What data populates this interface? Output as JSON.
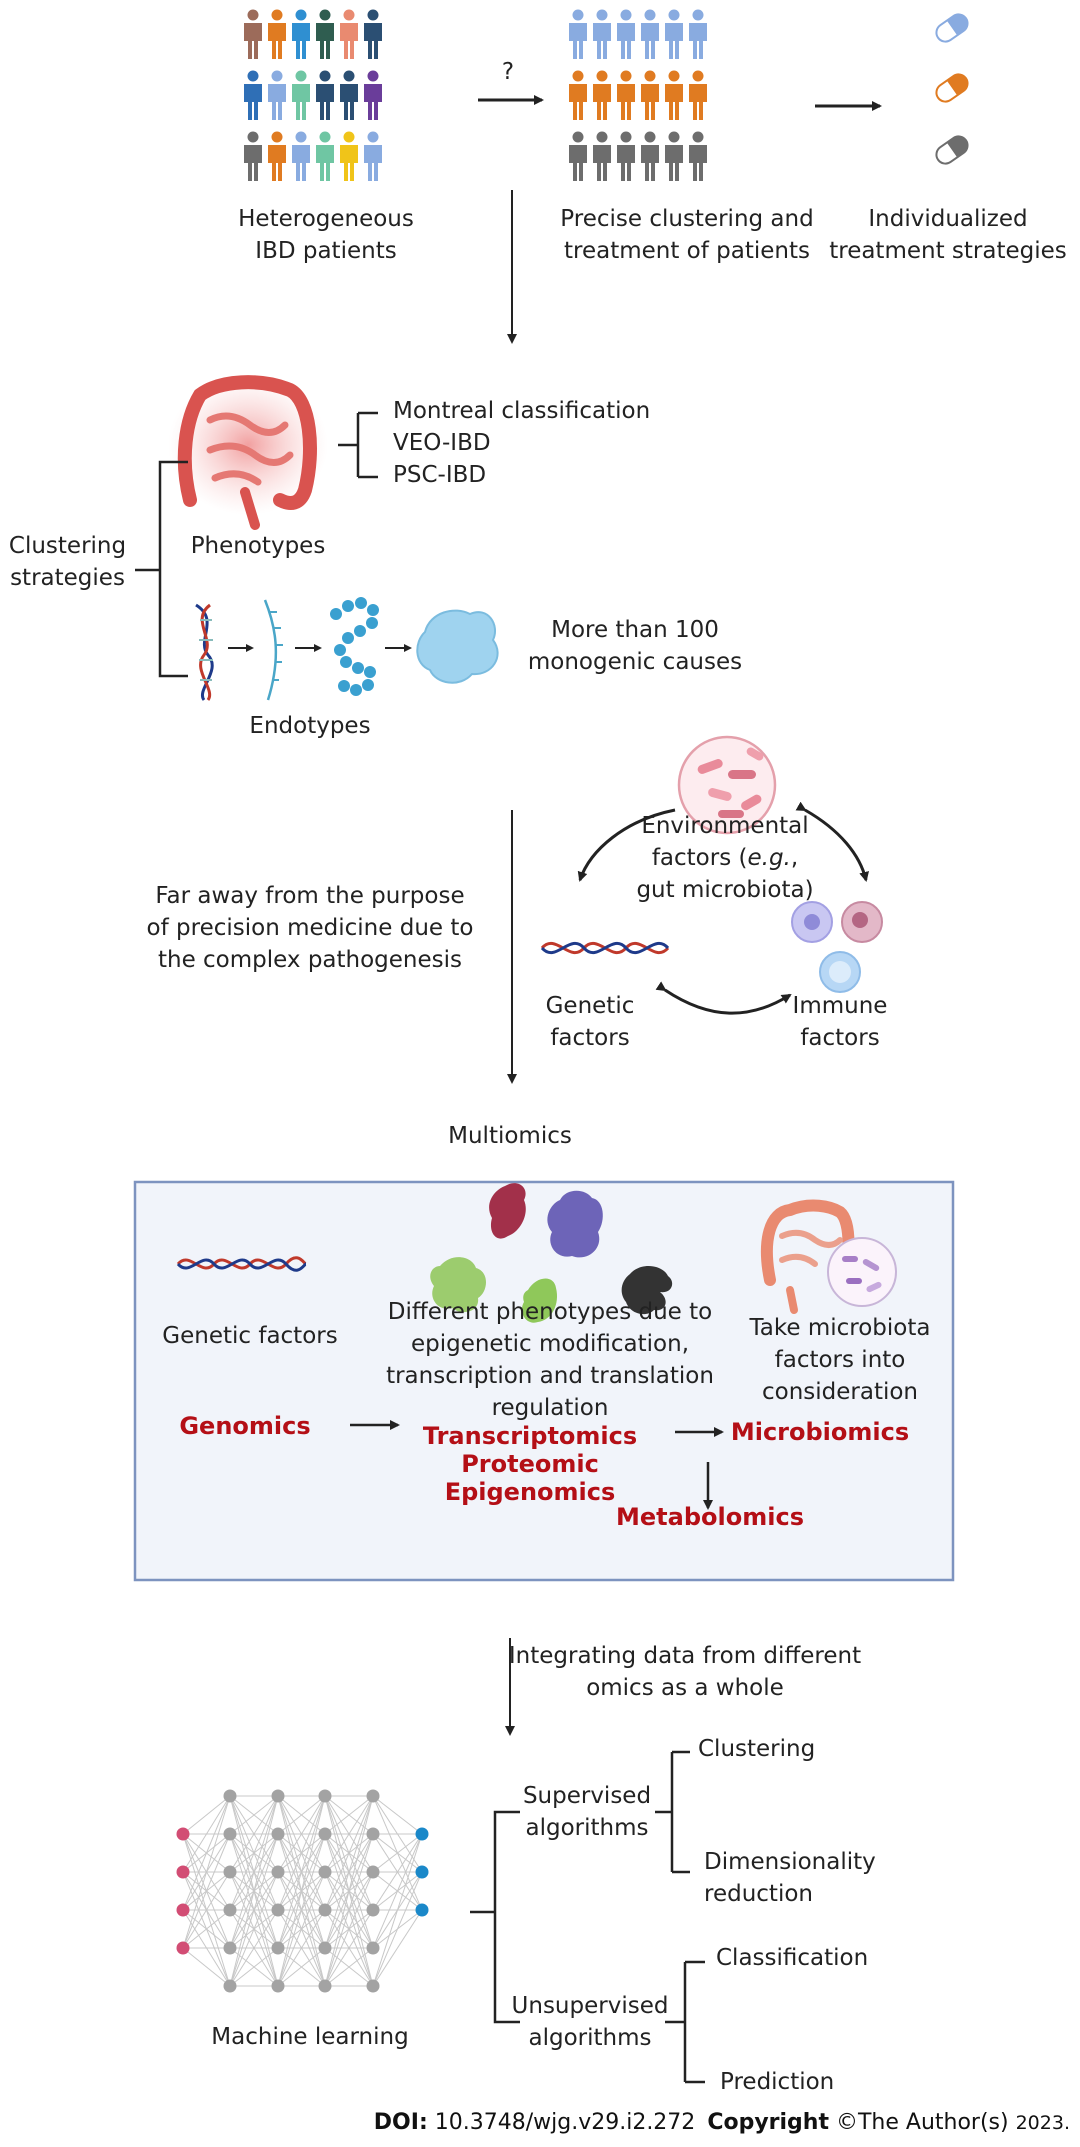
{
  "top": {
    "heterogeneous": [
      "Heterogeneous",
      "IBD patients"
    ],
    "question_mark": "?",
    "precise": [
      "Precise clustering and",
      "treatment of patients"
    ],
    "individualized": [
      "Individualized",
      "treatment strategies"
    ]
  },
  "clustering": {
    "label": [
      "Clustering",
      "strategies"
    ],
    "phenotypes_label": "Phenotypes",
    "phenotype_items": [
      "Montreal classification",
      "VEO-IBD",
      "PSC-IBD"
    ],
    "endotypes_label": "Endotypes",
    "endotype_note": [
      "More than 100",
      "monogenic causes"
    ]
  },
  "pathogenesis": {
    "note": [
      "Far away from the purpose",
      "of precision medicine due to",
      "the complex pathogenesis"
    ],
    "environmental": [
      "Environmental",
      "factors (",
      "e.g.",
      ",",
      "gut microbiota)"
    ],
    "genetic": [
      "Genetic",
      "factors"
    ],
    "immune": [
      "Immune",
      "factors"
    ]
  },
  "multiomics": {
    "title": "Multiomics",
    "genetic_factors": "Genetic factors",
    "phenotypes_text": [
      "Different phenotypes due to",
      "epigenetic modification,",
      "transcription and translation",
      "regulation"
    ],
    "microbiota_text": [
      "Take microbiota",
      "factors into",
      "consideration"
    ],
    "genomics": "Genomics",
    "transcriptomics": "Transcriptomics",
    "proteomic": "Proteomic",
    "epigenomics": "Epigenomics",
    "microbiomics": "Microbiomics",
    "metabolomics": "Metabolomics"
  },
  "integration": {
    "note": [
      "Integrating data from different",
      "omics as a whole"
    ]
  },
  "ml": {
    "label": "Machine learning",
    "supervised": [
      "Supervised",
      "algorithms"
    ],
    "unsupervised": [
      "Unsupervised",
      "algorithms"
    ],
    "clustering": "Clustering",
    "dimensionality": [
      "Dimensionality",
      "reduction"
    ],
    "classification": "Classification",
    "prediction": "Prediction"
  },
  "footer": {
    "doi_label": "DOI:",
    "doi": "10.3748/wjg.v29.i2.272",
    "copyright_label": "Copyright",
    "copyright_text": "©The Author(s)",
    "year": "2023."
  },
  "colors": {
    "brown": "#9c6b5a",
    "orange": "#e07b21",
    "blue": "#2f8fd1",
    "darkgreen": "#2f5d50",
    "salmon": "#e98a70",
    "navy": "#2b4f73",
    "lightblue": "#89abe0",
    "teal": "#6fc6a3",
    "royal": "#2f6fb6",
    "purple": "#6a3d9a",
    "gray": "#6d6d6d",
    "yellow": "#f0c419",
    "accent_red": "#b40f16",
    "box_fill": "#f1f4fa",
    "box_border": "#7d93bf"
  }
}
